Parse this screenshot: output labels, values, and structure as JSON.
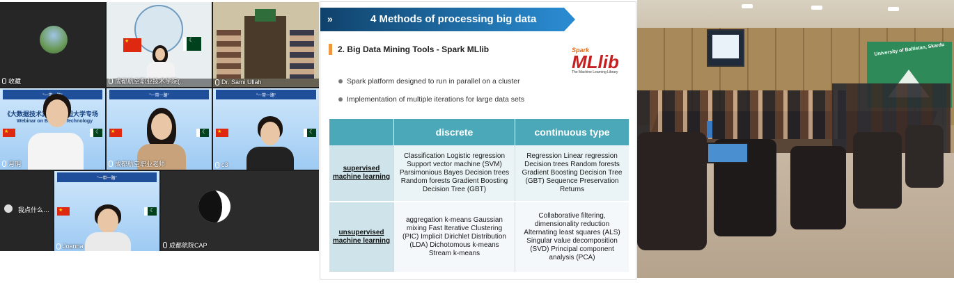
{
  "conference": {
    "tiles": [
      {
        "name": "收藏",
        "kind": "avatar"
      },
      {
        "name": "成都航空职业技术学院(..",
        "kind": "speaker"
      },
      {
        "name": "Dr. Sami Ullah",
        "kind": "room"
      },
      {
        "name": "月明",
        "kind": "banner"
      },
      {
        "name": "成都航空职业老师",
        "kind": "banner"
      },
      {
        "name": "c3",
        "kind": "banner"
      },
      {
        "name": "我点什么…",
        "kind": "blank"
      },
      {
        "name": "Joanna",
        "kind": "banner"
      },
      {
        "name": "成都航院CAP",
        "kind": "avatar"
      }
    ],
    "banner": {
      "header": "\"一带一路\"",
      "title": "《大数据技术》巴基斯坦大学专场",
      "subtitle": "Webinar on Big Data Technology"
    }
  },
  "slide": {
    "title": "4 Methods of processing big data",
    "chevron": "»",
    "subheading": "2.   Big Data Mining Tools - Spark MLlib",
    "logo": {
      "spark": "Spark",
      "word": "MLlib",
      "tagline": "The Machine Learning Library"
    },
    "bullets": [
      "Spark platform designed to run in parallel on a cluster",
      "Implementation of multiple iterations for large data sets"
    ],
    "table": {
      "headers": [
        "discrete",
        "continuous type"
      ],
      "rows": [
        {
          "label": "supervised machine learning",
          "discrete": "Classification Logistic regression Support vector machine (SVM) Parsimonious Bayes Decision trees Random forests Gradient Boosting Decision Tree (GBT)",
          "continuous": "Regression Linear regression Decision trees Random forests Gradient Boosting Decision Tree (GBT) Sequence Preservation Returns"
        },
        {
          "label": "unsupervised machine learning",
          "discrete": "aggregation k-means Gaussian mixing Fast Iterative Clustering (PIC) Implicit Dirichlet Distribution (LDA) Dichotomous k-means Stream k-means",
          "continuous": "Collaborative filtering, dimensionality reduction Alternating least squares (ALS) Singular value decomposition (SVD) Principal component analysis (PCA)"
        }
      ]
    }
  },
  "room": {
    "banner": "University of Baltistan, Skardu"
  },
  "colors": {
    "slide_title": "#1f6ea7",
    "table_header": "#4aa8b8",
    "accent_orange": "#f0963e",
    "mllib_red": "#c61f1f"
  }
}
